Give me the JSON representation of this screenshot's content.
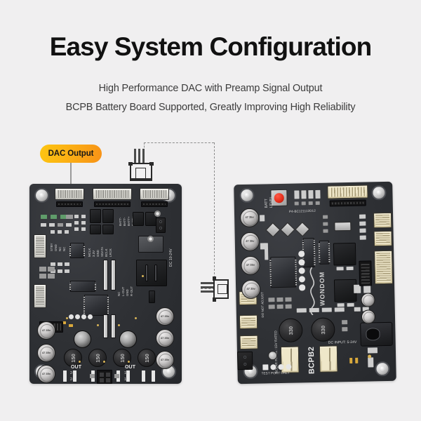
{
  "page": {
    "background_color": "#f0eff0",
    "title": "Easy System Configuration",
    "subtitle_1": "High Performance DAC with Preamp Signal Output",
    "subtitle_2": "BCPB Battery Board Supported, Greatly Improving High Reliability",
    "title_color": "#111111",
    "subtitle_color": "#3c3c3c"
  },
  "callout": {
    "label": "DAC Output",
    "gradient_from": "#fdc511",
    "gradient_to": "#f79217",
    "text_color": "#171717"
  },
  "connectors": {
    "top_plug_name": "dac-output-cable-plug",
    "mid_plug_name": "board-link-cable-plug",
    "dashed_link_color": "#8d8d8d"
  },
  "left_board": {
    "name": "amplifier-board",
    "silkscreen": {
      "dc_input": "DC 10-24V",
      "out_left_title": "OUT",
      "out_left_pins": [
        "2+",
        "2-"
      ],
      "out_right_title": "OUT",
      "out_right_pins": [
        "1+",
        "1-"
      ],
      "header_left": [
        "STBY",
        "GND",
        "NC",
        "NC"
      ],
      "header_mid_left": [
        "MCLK",
        "3.3V",
        "GND",
        "SDATA",
        "BCLK",
        "LRCK"
      ],
      "header_mid_right": [
        "BATT-",
        "BATT-",
        "BATT+",
        "BATT+"
      ],
      "header_right": [
        "NC",
        "L-OUT",
        "GND",
        "R-OUT"
      ]
    },
    "inductors": [
      "150",
      "150",
      "150",
      "150"
    ],
    "capacitors": [
      "47 35v",
      "47 35v",
      "47 35v",
      "47 35v",
      "47 35v",
      "47 35v"
    ]
  },
  "right_board": {
    "name": "bcpb2-battery-board",
    "silkscreen": {
      "model": "BCPB2",
      "brand": "WONDOM",
      "dc_input": "DC INPUT: 5-24V",
      "solar": "SOLAR PANEL: 15V RATED",
      "test_port": "TEST PORT ONLY",
      "batt_level": "BATT LEVEL",
      "do_not_adjust": "DO NOT ADJUST",
      "part_number": "P4-BC121112D12"
    },
    "inductors": [
      "330",
      "330"
    ],
    "capacitors": [
      "47 35v",
      "47 35v",
      "47 35v",
      "47 35v"
    ],
    "button": {
      "name": "batt-level-button",
      "color": "#e8301c"
    }
  }
}
